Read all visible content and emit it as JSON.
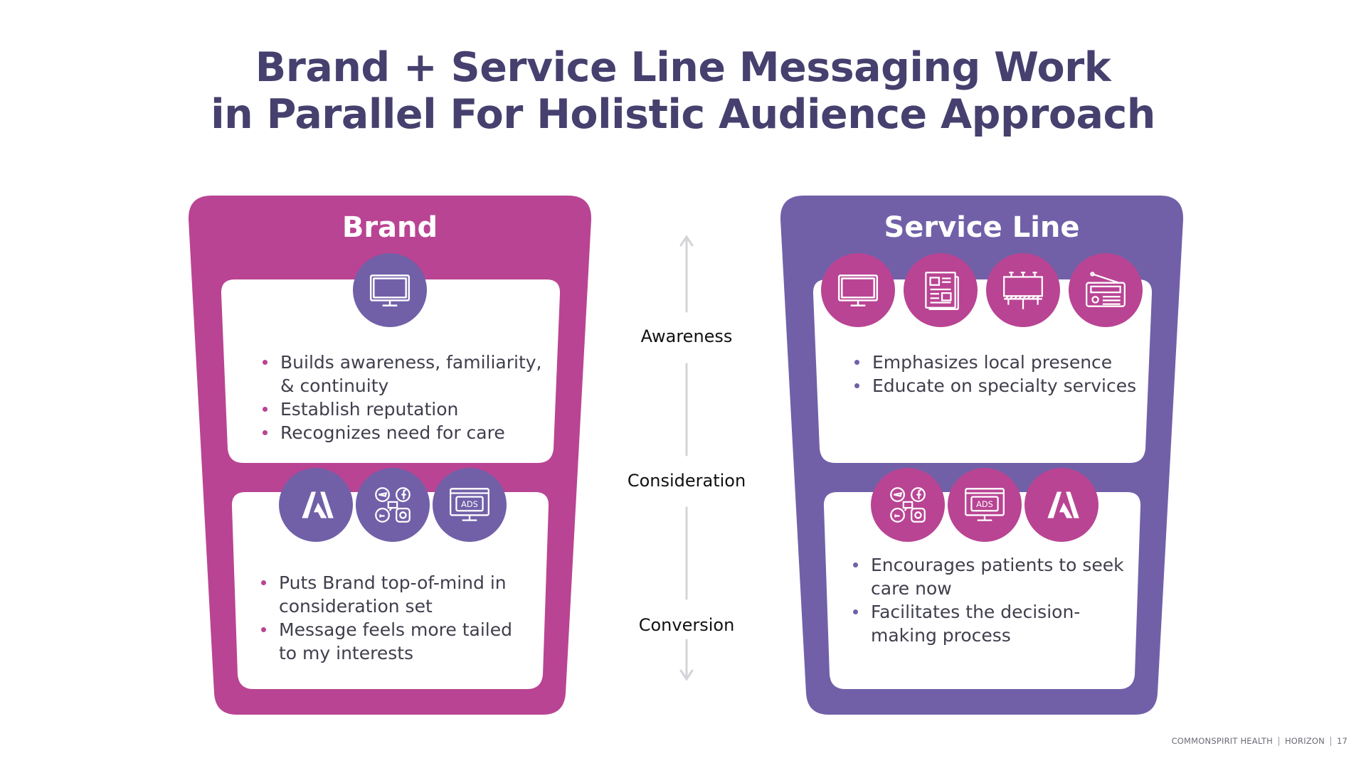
{
  "title": {
    "line1": "Brand + Service Line Messaging Work",
    "line2": "in Parallel For Holistic Audience Approach"
  },
  "colors": {
    "title": "#45406e",
    "magenta": "#b94493",
    "purple": "#7160a8",
    "arrow": "#d4d4d8"
  },
  "brand": {
    "heading": "Brand",
    "top_icons": [
      "tv-icon"
    ],
    "top_bullets": [
      "Builds awareness, familiarity, & continuity",
      "Establish reputation",
      "Recognizes need for care"
    ],
    "bottom_icons": [
      "adobe-icon",
      "social-media-icon",
      "digital-ads-icon"
    ],
    "bottom_bullets": [
      "Puts Brand top-of-mind in consideration set",
      "Message feels more tailed to my interests"
    ]
  },
  "service_line": {
    "heading": "Service Line",
    "top_icons": [
      "tv-icon",
      "newspaper-icon",
      "billboard-icon",
      "radio-icon"
    ],
    "top_bullets": [
      "Emphasizes local presence",
      "Educate on specialty services"
    ],
    "bottom_icons": [
      "social-media-icon",
      "digital-ads-icon",
      "adobe-icon"
    ],
    "bottom_bullets": [
      "Encourages patients to seek care now",
      "Facilitates the decision-making process"
    ]
  },
  "funnel": {
    "stages": [
      "Awareness",
      "Consideration",
      "Conversion"
    ]
  },
  "footer": {
    "company": "COMMONSPIRIT HEALTH",
    "program": "HORIZON",
    "page": "17"
  }
}
